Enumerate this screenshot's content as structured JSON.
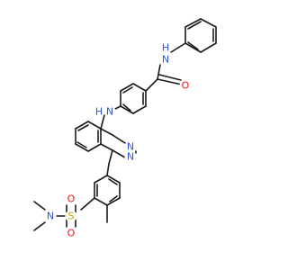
{
  "molecule": {
    "atoms": [
      {
        "id": "N_amide",
        "text": "N",
        "color": "#3050F8"
      },
      {
        "id": "H_amide",
        "text": "H",
        "color": "#3050F8"
      },
      {
        "id": "O_amide",
        "text": "O",
        "color": "#FF0D0D"
      },
      {
        "id": "N_amine",
        "text": "N",
        "color": "#3050F8"
      },
      {
        "id": "H_amine",
        "text": "H",
        "color": "#3050F8"
      },
      {
        "id": "N_ring1",
        "text": "N",
        "color": "#3050F8"
      },
      {
        "id": "N_ring2",
        "text": "N",
        "color": "#3050F8"
      },
      {
        "id": "S_sulfonyl",
        "text": "S",
        "color": "#C8A000"
      },
      {
        "id": "O_sulfonyl_1",
        "text": "O",
        "color": "#FF0D0D"
      },
      {
        "id": "O_sulfonyl_2",
        "text": "O",
        "color": "#FF0D0D"
      },
      {
        "id": "N_dimethyl",
        "text": "N",
        "color": "#3050F8"
      }
    ],
    "bond_color": "#1a1a1a"
  }
}
